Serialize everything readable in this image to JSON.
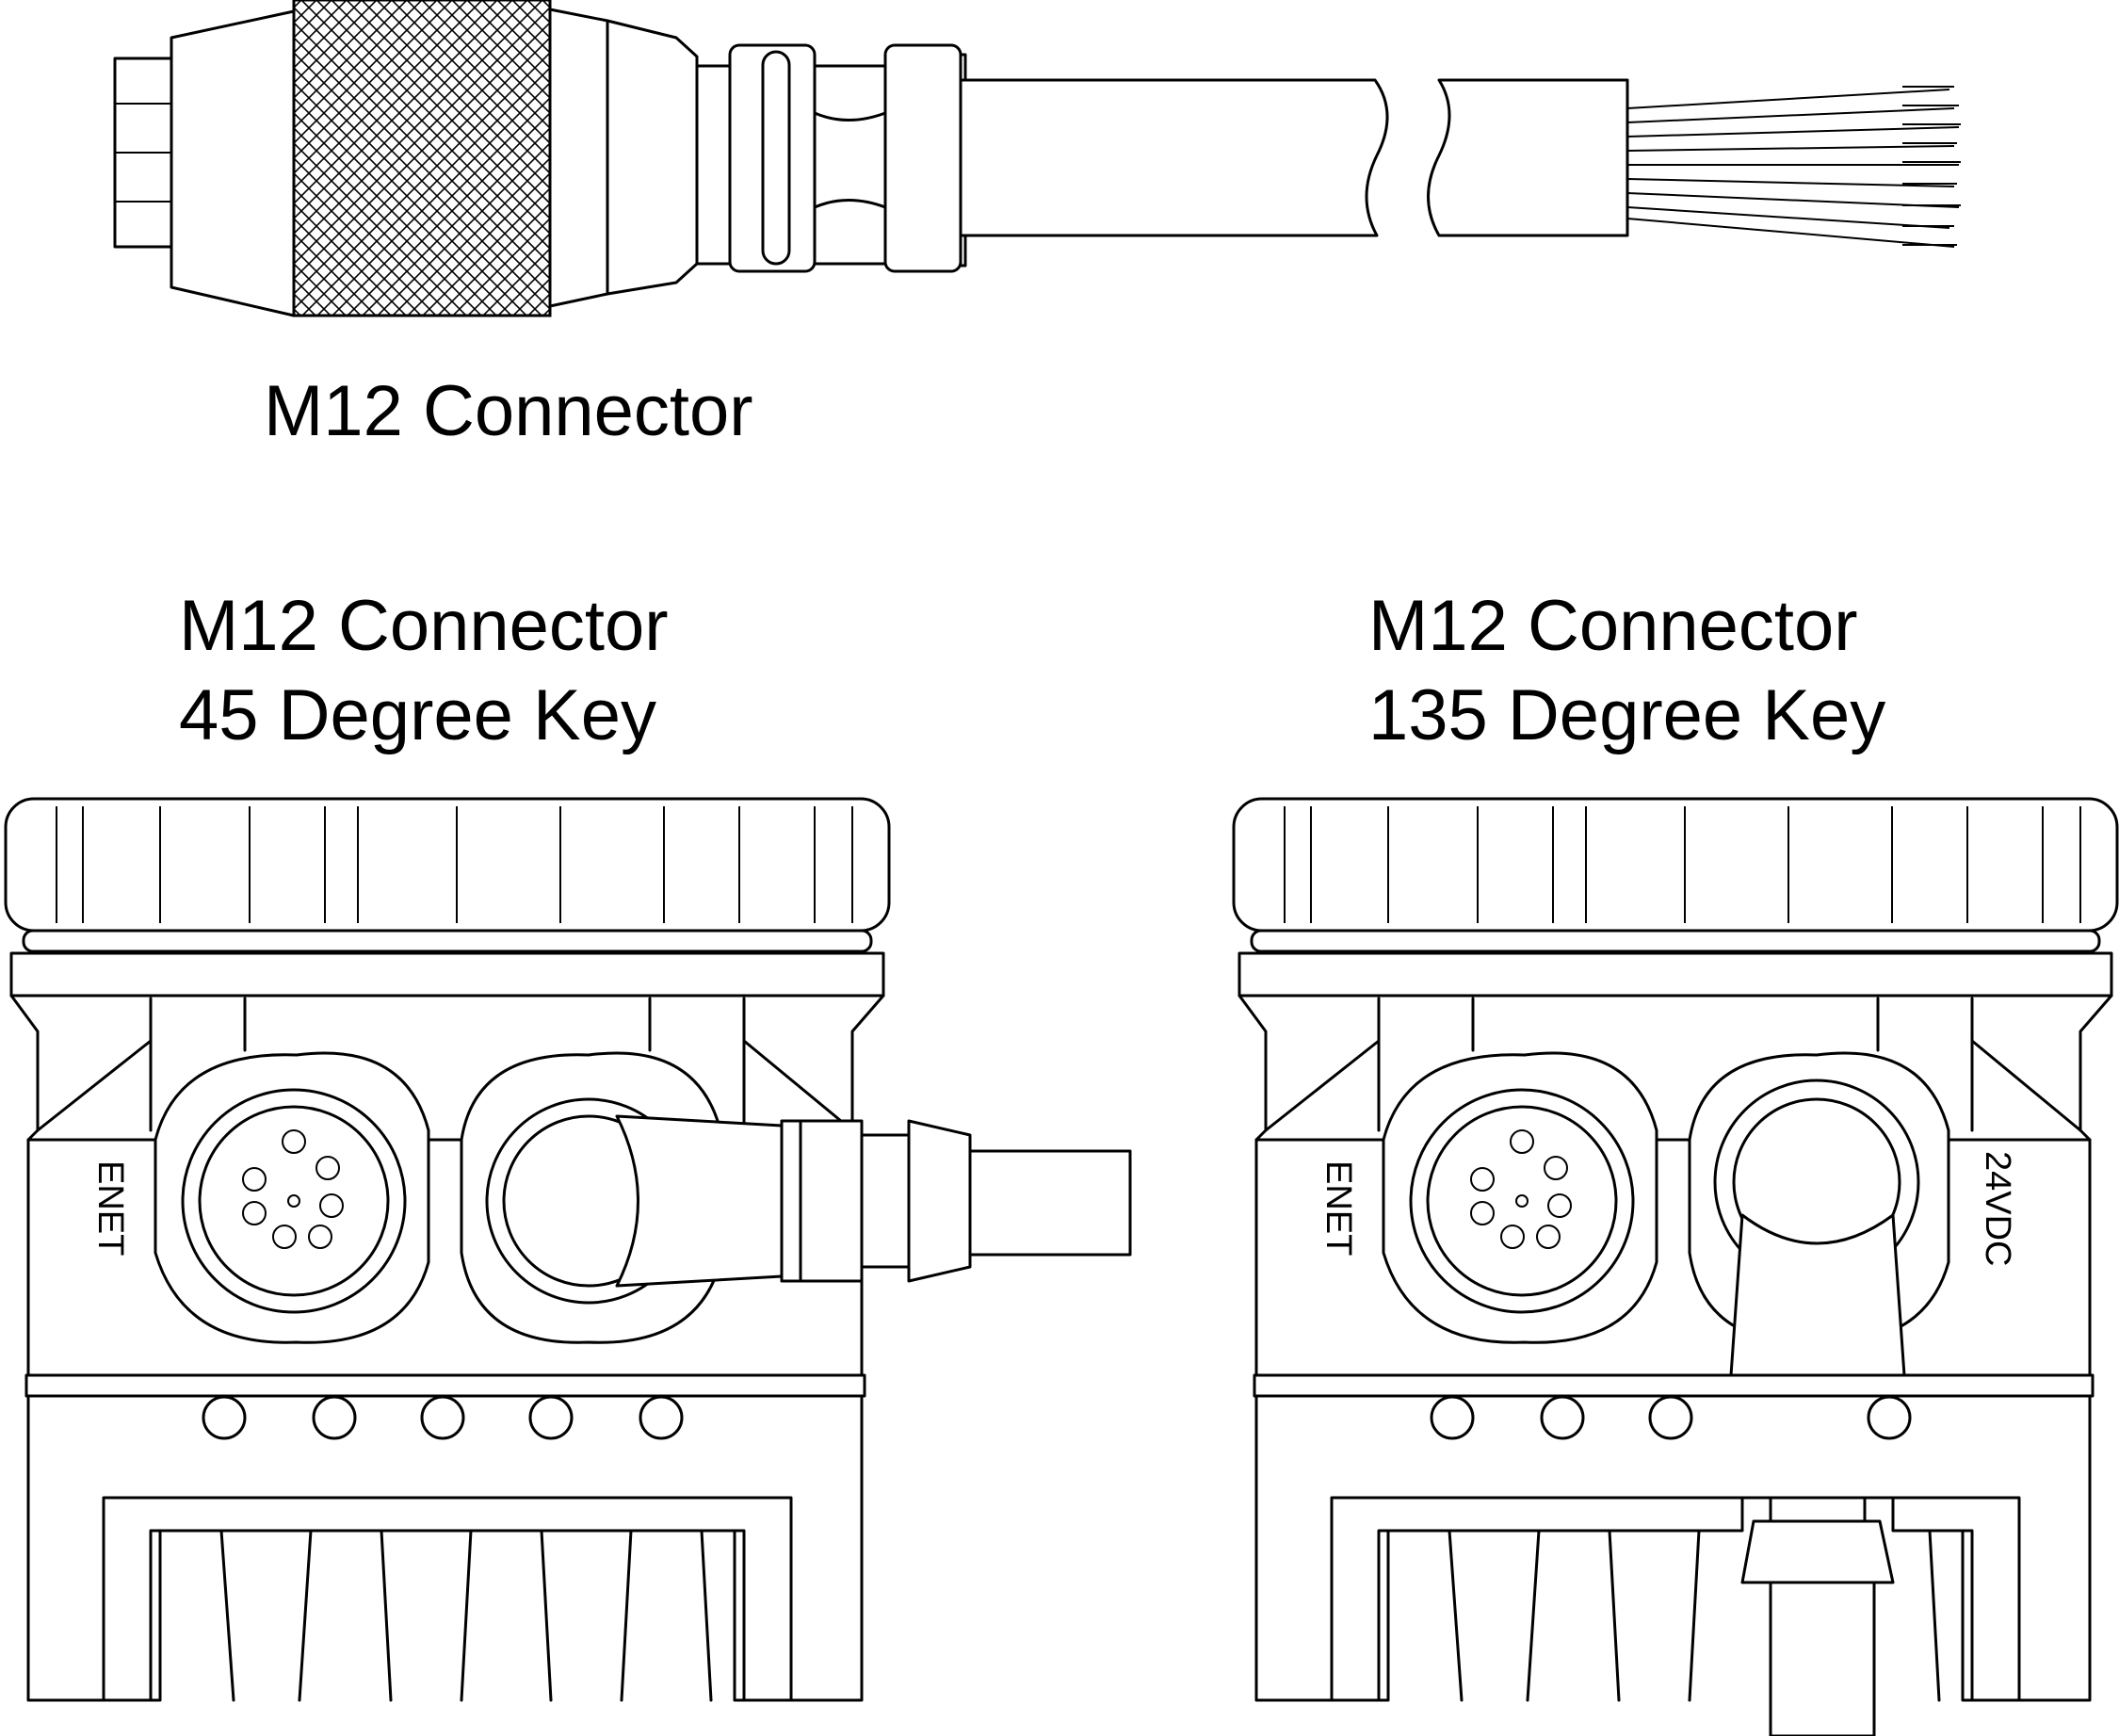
{
  "captions": {
    "top": "M12 Connector",
    "left_line1": "M12 Connector",
    "left_line2": "45 Degree Key",
    "right_line1": "M12 Connector",
    "right_line2": "135 Degree Key"
  },
  "port_labels": {
    "left_enet": "ENET",
    "right_enet": "ENET",
    "right_power": "24VDC"
  },
  "colors": {
    "line": "#000000",
    "background": "#ffffff"
  }
}
